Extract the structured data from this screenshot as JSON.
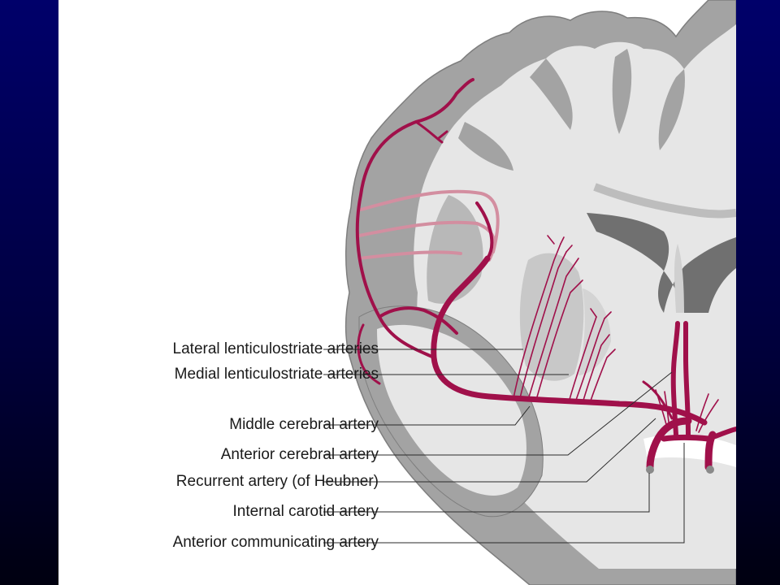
{
  "colors": {
    "background_top": "#00006a",
    "background_bottom": "#000010",
    "panel": "#ffffff",
    "artery": "#a0104a",
    "artery_faded": "#d07f95",
    "gray_matter": "#9a9a9a",
    "white_matter": "#e4e4e4",
    "ventricle": "#6f6f6f",
    "leader_line": "#2a2a2a"
  },
  "labels": [
    {
      "id": "lateral-lenticulostriate",
      "text": "Lateral lenticulostriate arteries"
    },
    {
      "id": "medial-lenticulostriate",
      "text": "Medial lenticulostriate arteries"
    },
    {
      "id": "middle-cerebral",
      "text": "Middle cerebral artery"
    },
    {
      "id": "anterior-cerebral",
      "text": "Anterior cerebral artery"
    },
    {
      "id": "recurrent-heubner",
      "text": "Recurrent artery (of Heubner)"
    },
    {
      "id": "internal-carotid",
      "text": "Internal carotid artery"
    },
    {
      "id": "anterior-communicating",
      "text": "Anterior communicating artery"
    }
  ]
}
